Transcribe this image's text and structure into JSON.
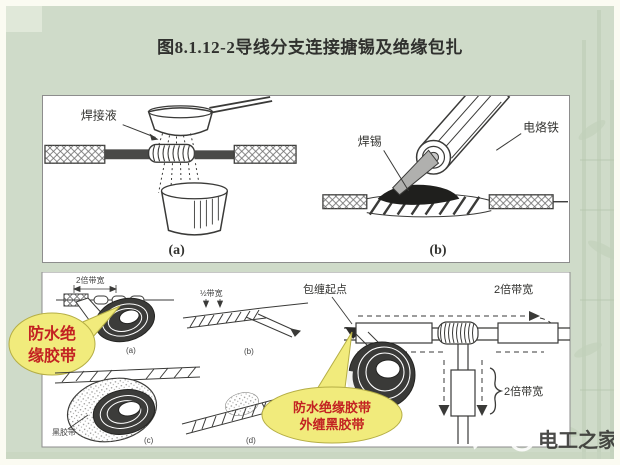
{
  "slide": {
    "title": "图8.1.12-2导线分支连接搪锡及绝缘包扎",
    "watermark": "电工之家"
  },
  "panel_solder": {
    "fig_a": {
      "flux_label": "焊接液",
      "caption": "(a)"
    },
    "fig_b": {
      "solder_label": "焊锡",
      "iron_label": "电烙铁",
      "caption": "(b)"
    }
  },
  "panel_wrap": {
    "callout_waterproof": {
      "line1": "防水绝",
      "line2": "缘胶带"
    },
    "fig_a": {
      "width_label": "2倍带宽",
      "caption": "(a)"
    },
    "fig_b": {
      "width_label": "½带宽",
      "caption": "(b)"
    },
    "fig_c": {
      "tape_label": "黑胶带",
      "caption": "(c)"
    },
    "fig_d": {
      "caption": "(d)"
    },
    "tee": {
      "start_label": "包缠起点",
      "width_top": "2倍带宽",
      "width_branch": "2倍带宽"
    },
    "callout_outer": {
      "line1": "防水绝缘胶带",
      "line2": "外缠黑胶带"
    }
  },
  "colors": {
    "background": "#cfdbc9",
    "panel": "#ffffff",
    "ink": "#3a3a38",
    "callout_fill": "#f1eb7c",
    "callout_text": "#c32222",
    "watermark": "#ffffff"
  }
}
